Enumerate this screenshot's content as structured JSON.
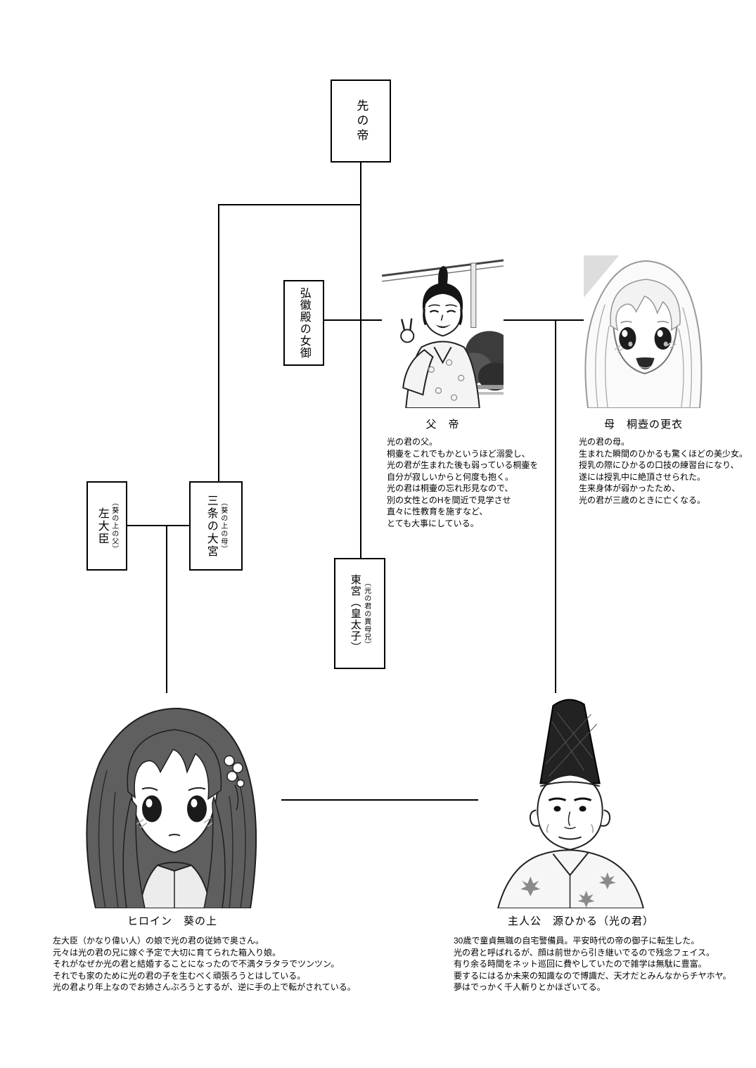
{
  "nodes": {
    "previous_emperor": {
      "label": "先の帝"
    },
    "kokiden": {
      "label": "弘徽殿の女御"
    },
    "sadaijin": {
      "label": "左大臣",
      "note": "（葵の上の父）"
    },
    "sanjo": {
      "label": "三条の大宮",
      "note": "（葵の上の母）"
    },
    "togu": {
      "label": "東宮（皇太子）",
      "note": "（光の君の異母兄）"
    },
    "father": {
      "caption": "父　帝",
      "description": [
        "光の君の父。",
        "桐壷をこれでもかというほど溺愛し、",
        "光の君が生まれた後も弱っている桐壷を",
        "自分が寂しいからと何度も抱く。",
        "光の君は桐壷の忘れ形見なので、",
        "別の女性とのHを間近で見学させ",
        "直々に性教育を施すなど、",
        "とても大事にしている。"
      ]
    },
    "mother": {
      "caption": "母　桐壺の更衣",
      "description": [
        "光の君の母。",
        "生まれた瞬間のひかるも驚くほどの美少女。",
        "授乳の際にひかるの口技の練習台になり、",
        "遂には授乳中に絶頂させられた。",
        "生来身体が弱かったため、",
        "光の君が三歳のときに亡くなる。"
      ]
    },
    "aoi": {
      "caption": "ヒロイン　葵の上",
      "description": [
        "左大臣（かなり偉い人）の娘で光の君の従姉で奥さん。",
        "元々は光の君の兄に嫁ぐ予定で大切に育てられた箱入り娘。",
        "それがなぜか光の君と結婚することになったので不満タラタラでツンツン。",
        "それでも家のために光の君の子を生むべく頑張ろうとはしている。",
        "光の君より年上なのでお姉さんぶろうとするが、逆に手の上で転がされている。"
      ]
    },
    "hikaru": {
      "caption": "主人公　源ひかる（光の君）",
      "description": [
        "30歳で童貞無職の自宅警備員。平安時代の帝の御子に転生した。",
        "光の君と呼ばれるが、顔は前世から引き継いでるので残念フェイス。",
        "有り余る時間をネット巡回に費やしていたので雑学は無駄に豊富。",
        "要するにはるか未来の知識なので博識だ、天才だとみんなからチヤホヤ。",
        "夢はでっかく千人斬りとかほざいてる。"
      ]
    }
  },
  "colors": {
    "line": "#000000",
    "background": "#ffffff"
  }
}
